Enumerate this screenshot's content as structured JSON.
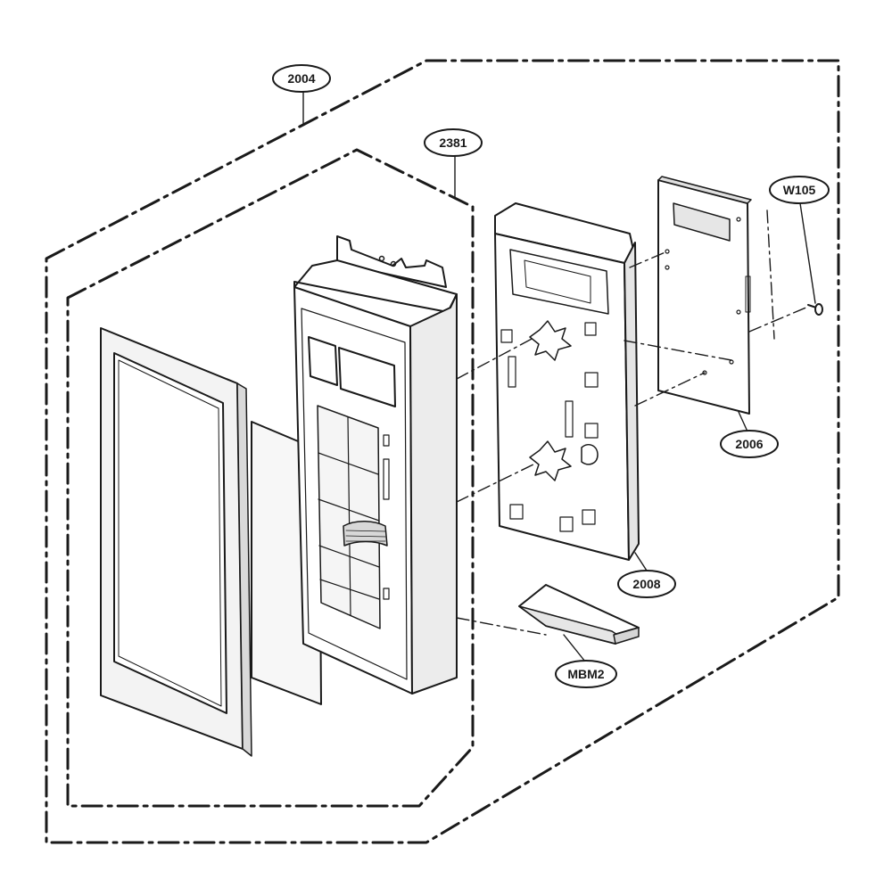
{
  "labels": {
    "assembly": "2004",
    "panel": "2381",
    "bracket": "2008",
    "pcb": "2006",
    "screw": "W105",
    "latch": "MBM2"
  },
  "colors": {
    "line": "#1a1a1a",
    "fill": "#ffffff",
    "shade": "#e6e6e6",
    "dark_shade": "#cfcfcf"
  }
}
